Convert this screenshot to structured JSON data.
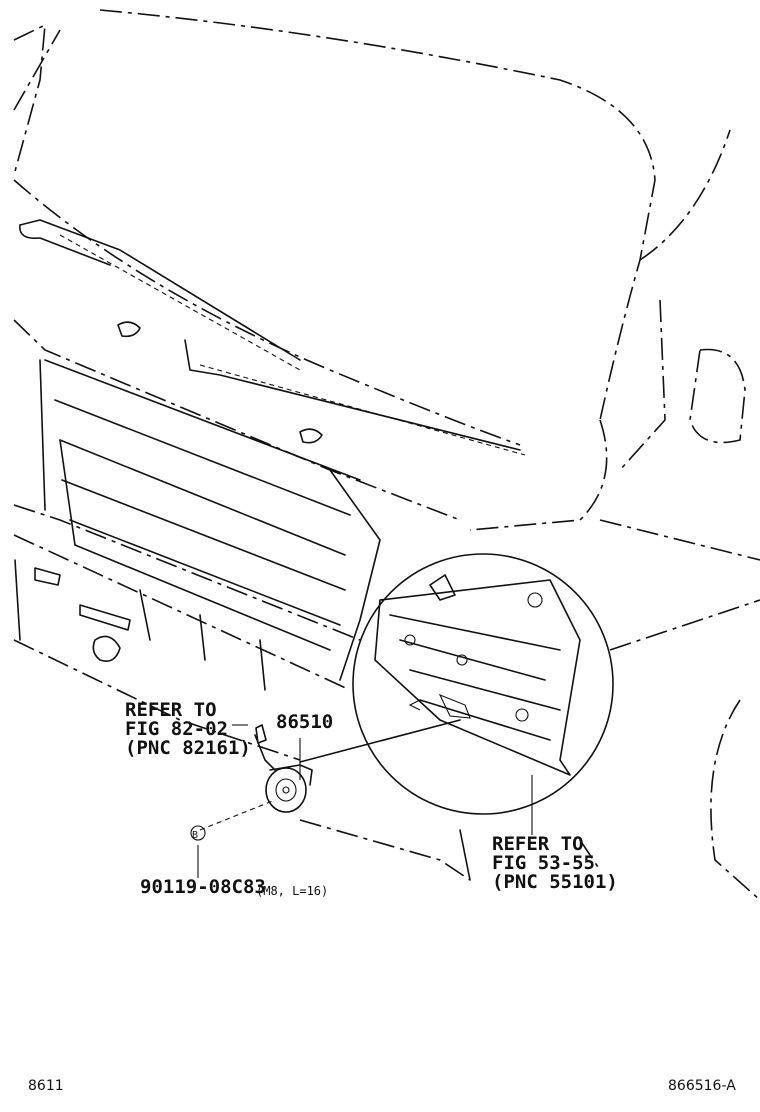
{
  "callouts": {
    "grille_ref": {
      "line1": "REFER TO",
      "line2": "FIG 82-02",
      "line3": "(PNC 82161)"
    },
    "horn_part": "86510",
    "bumper_ref": {
      "line1": "REFER TO",
      "line2": "FIG 53-55",
      "line3": "(PNC 55101)"
    },
    "bolt": {
      "part": "90119-08C83",
      "spec": "(M8, L=16)",
      "marker": "B"
    }
  },
  "footer": {
    "section_code": "8611",
    "illustration_id": "866516-A"
  }
}
